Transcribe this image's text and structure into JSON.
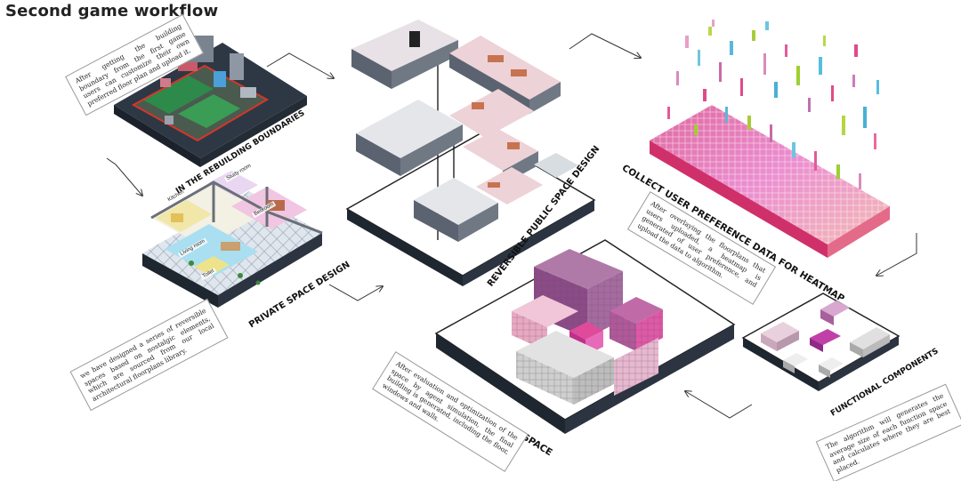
{
  "title": "Second game workflow",
  "labels": {
    "boundaries": "IN THE REBUILDING BOUNDARIES",
    "private": "PRIVATE SPACE DESIGN",
    "public": "REVERSIBLE PUBLIC SPACE DESIGN",
    "heatmap": "COLLECT USER PREFERENCE DATA FOR HEATMAP",
    "functional": "FUNCTIONAL COMPONENTS",
    "generate": "GENERATE SPECIFIC SPACE"
  },
  "notes": {
    "boundaries": "After getting the building boundary from the first game users can customize their own preferred floor plan and upload it.",
    "private": "we have designed a series of reversible spaces based on nostalgic elements, which are sourced from our local architectural floorplans library.",
    "heatmap": "After overlaying the floorplans that users uploaded, a heatmap is generated of user preference, and upload the data to algorithm.",
    "functional": "The algorithm will generates the average size of each function space and calculates where they are best placed.",
    "generate": "After evaluation and optimization of the space by agent simulation, the final building is generated, including the floor, windows and walls."
  },
  "rooms": {
    "kitchen": "Kitchen",
    "study": "Study room",
    "bedroom": "Bedroom",
    "living": "Living room",
    "toilet": "Toilet"
  },
  "colors": {
    "accent_magenta": "#c0208a",
    "heat_pink": "#e86ab0",
    "dark_base": "#2b3440"
  }
}
